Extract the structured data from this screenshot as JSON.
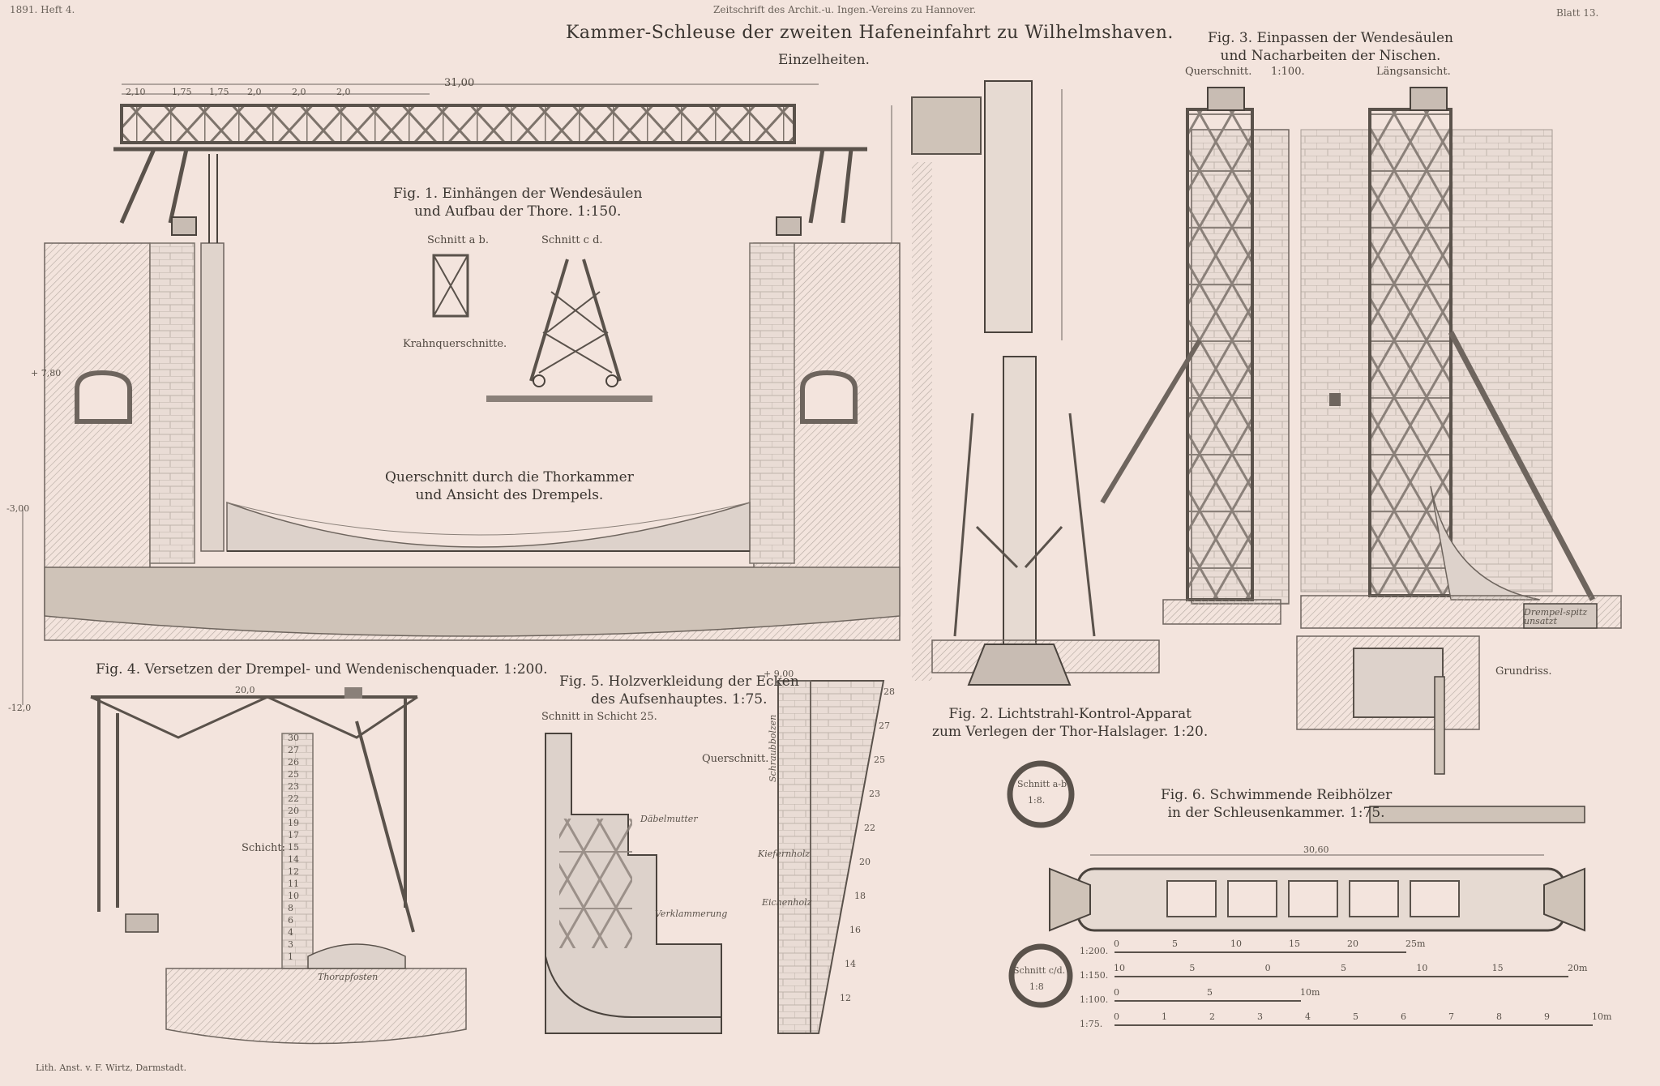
{
  "header": {
    "left": "1891. Heft 4.",
    "center": "Zeitschrift des Archit.-u. Ingen.-Vereins zu Hannover.",
    "right": "Blatt 13."
  },
  "title": "Kammer-Schleuse der zweiten Hafeneinfahrt zu Wilhelmshaven.",
  "subtitle": "Einzelheiten.",
  "fig1": {
    "caption_line1": "Fig. 1. Einhängen der Wendesäulen",
    "caption_line2": "und Aufbau der Thore. 1:150.",
    "schnitt_ab": "Schnitt a b.",
    "schnitt_cd": "Schnitt c d.",
    "krahn": "Krahnquerschnitte.",
    "section_line1": "Querschnitt durch die Thorkammer",
    "section_line2": "und Ansicht des Drempels.",
    "dim_top": "31,00",
    "dims_left": [
      "2,10",
      "1,75",
      "1,75",
      "2,0",
      "2,0",
      "2,0"
    ],
    "level_plus": "+ 7,80",
    "level_minus1": "-3,00",
    "level_minus2": "-12,0"
  },
  "fig2": {
    "caption_line1": "Fig. 2. Lichtstrahl-Kontrol-Apparat",
    "caption_line2": "zum Verlegen der Thor-Halslager. 1:20.",
    "schnitt_ab": "Schnitt a-b",
    "schnitt_ab_scale": "1:8.",
    "schnitt_cd": "Schnitt c/d.",
    "schnitt_cd_scale": "1:8"
  },
  "fig3": {
    "caption_line1": "Fig. 3. Einpassen der Wendesäulen",
    "caption_line2": "und Nacharbeiten der Nischen.",
    "querschnitt": "Querschnitt.",
    "scale": "1:100.",
    "laengsansicht": "Längsansicht.",
    "grundriss": "Grundriss.",
    "drempel": "Drempel-spitz unsatzt"
  },
  "fig4": {
    "caption": "Fig. 4. Versetzen der Drempel- und Wendenischenquader. 1:200.",
    "schicht": "Schicht:",
    "dim_top": "20,0",
    "layers": [
      "30",
      "27",
      "26",
      "25",
      "23",
      "22",
      "20",
      "19",
      "17",
      "15",
      "14",
      "12",
      "11",
      "10",
      "8",
      "6",
      "4",
      "3",
      "1"
    ],
    "thorapfosten": "Thorapfosten"
  },
  "fig5": {
    "caption_line1": "Fig. 5. Holzverkleidung der Ecken",
    "caption_line2": "des Aufsenhauptes. 1:75.",
    "schnitt": "Schnitt in Schicht 25.",
    "querschnitt": "Querschnitt.",
    "dabelmutter": "Däbelmutter",
    "verklammerung": "Verklammerung",
    "eichenholz": "Eichenholz",
    "kiefernholz": "Kiefernholz",
    "schraubbolzen": "Schraubbolzen",
    "layer_numbers": [
      "28",
      "27",
      "25",
      "23",
      "22",
      "20",
      "18",
      "16",
      "14",
      "12"
    ],
    "level_top": "+ 9,00"
  },
  "fig6": {
    "caption_line1": "Fig. 6. Schwimmende Reibhölzer",
    "caption_line2": "in der Schleusenkammer. 1:75.",
    "dim_total": "30,60"
  },
  "scales": [
    {
      "label": "1:200.",
      "ticks": [
        "0",
        "5",
        "10",
        "15",
        "20",
        "25m"
      ]
    },
    {
      "label": "1:150.",
      "ticks": [
        "10",
        "5",
        "0",
        "5",
        "10",
        "15",
        "20m"
      ]
    },
    {
      "label": "1:100.",
      "ticks": [
        "0",
        "5",
        "10m"
      ]
    },
    {
      "label": "1:75.",
      "ticks": [
        "0",
        "1",
        "2",
        "3",
        "4",
        "5",
        "6",
        "7",
        "8",
        "9",
        "10m"
      ]
    }
  ],
  "imprint": "Lith. Anst. v. F. Wirtz, Darmstadt.",
  "colors": {
    "paper": "#f3e4dd",
    "ink": "#3a3530",
    "hatch": "#b8aea6",
    "wood": "#cfc3b8",
    "stone": "#ddd2cb"
  }
}
